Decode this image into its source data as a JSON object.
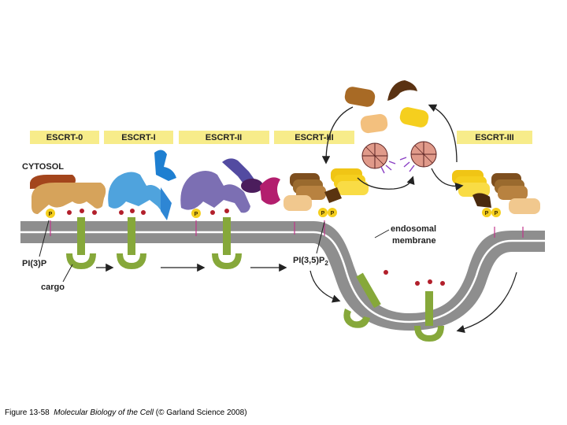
{
  "headers": {
    "escrt0": "ESCRT-0",
    "escrt1": "ESCRT-I",
    "escrt2": "ESCRT-II",
    "escrt3a": "ESCRT-III",
    "escrt3b": "ESCRT-III"
  },
  "labels": {
    "cytosol": "CYTOSOL",
    "pi3p": "PI(3)P",
    "cargo": "cargo",
    "endosomal1": "endosomal",
    "endosomal2": "membrane",
    "pi35p2_main": "PI(3,5)P",
    "pi35p2_sub": "2",
    "phosphate": "P"
  },
  "caption": {
    "figure": "Figure 13-58",
    "book": "Molecular Biology of the Cell",
    "credit": "(© Garland Science 2008)"
  },
  "colors": {
    "header_band": "#f7ec8a",
    "membrane": "#8e8e8e",
    "membrane_line": "#ffffff",
    "cargo": "#86a83a",
    "escrt0": "#d6a35b",
    "escrt1": "#4fa3dd",
    "escrt2": "#7c6fb3",
    "escrt3_yellow": "#f5cf1e",
    "escrt3_brown": "#9a6a2e",
    "ubiquitin": "#b21f2b",
    "vps4": "#e09a8a"
  }
}
